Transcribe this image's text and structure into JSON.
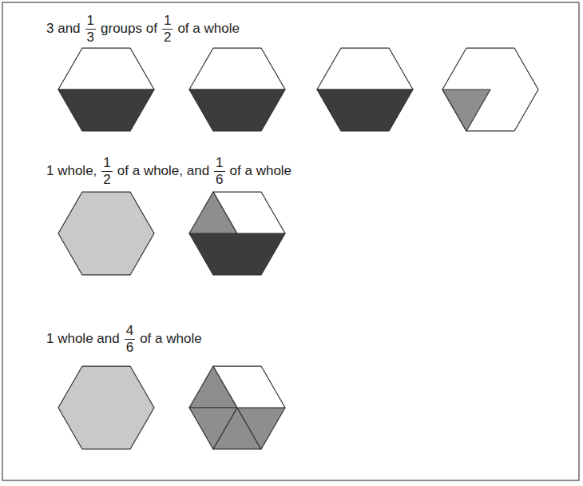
{
  "diagram": {
    "labels": [
      "3 and",
      "1",
      "3",
      "groups of",
      "1",
      "2",
      "of a whole",
      "1 whole,",
      "1",
      "2",
      "of a whole, and",
      "1",
      "6",
      "of a whole",
      "1 whole and",
      "4",
      "6",
      "of a whole"
    ]
  }
}
